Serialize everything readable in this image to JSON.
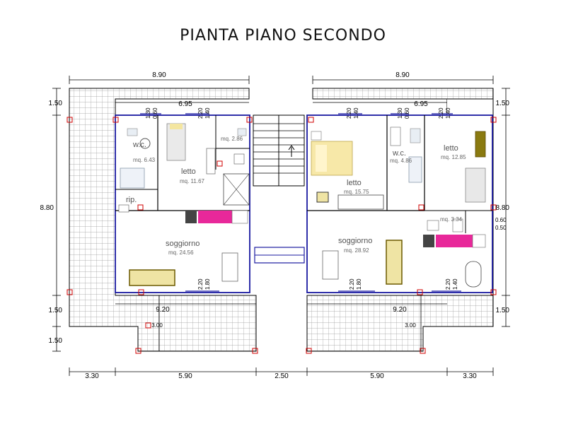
{
  "title": "PIANTA PIANO SECONDO",
  "dimensions": {
    "top_left": "8.90",
    "top_right": "8.90",
    "inner_left": "6.95",
    "inner_right": "6.95",
    "side_left": "8.80",
    "side_right": "8.80",
    "band_top_left": "1.50",
    "band_top_right": "1.50",
    "band_mid_left": "1.50",
    "band_mid_right": "1.50",
    "band_bottom_left": "1.50",
    "terrace_left": "9.20",
    "terrace_right": "9.20",
    "depth_left": "3.00",
    "depth_right": "3.00",
    "bottom": [
      "3.30",
      "5.90",
      "2.50",
      "5.90",
      "3.30"
    ],
    "small_right_a": "0.60",
    "small_right_b": "0.50"
  },
  "windows": {
    "wc_left": [
      "1.30",
      "0.60"
    ],
    "letto_left": [
      "2.20",
      "1.40"
    ],
    "letto_mid": [
      "2.20",
      "1.40"
    ],
    "wc_right": [
      "1.30",
      "0.60"
    ],
    "letto_right": [
      "2.20",
      "1.40"
    ],
    "sog_left": [
      "2.20",
      "1.80"
    ],
    "sog_mid": [
      "2.20",
      "1.80"
    ],
    "sog_right": [
      "2.20",
      "1.40"
    ]
  },
  "rooms": {
    "wc_left": {
      "name": "w.c.",
      "area": "mq. 6.43"
    },
    "letto_left": {
      "name": "letto",
      "area": "mq. 11.67"
    },
    "closet_left": {
      "area": "mq. 2.86"
    },
    "rip": {
      "name": "rip."
    },
    "soggiorno_left": {
      "name": "soggiorno",
      "area": "mq. 24.56"
    },
    "letto_mid": {
      "name": "letto",
      "area": "mq. 15.75"
    },
    "wc_right": {
      "name": "w.c.",
      "area": "mq. 4.86"
    },
    "letto_right": {
      "name": "letto",
      "area": "mq. 12.85"
    },
    "closet_right": {
      "area": "mq. 3.34"
    },
    "soggiorno_right": {
      "name": "soggiorno",
      "area": "mq. 28.92"
    }
  }
}
